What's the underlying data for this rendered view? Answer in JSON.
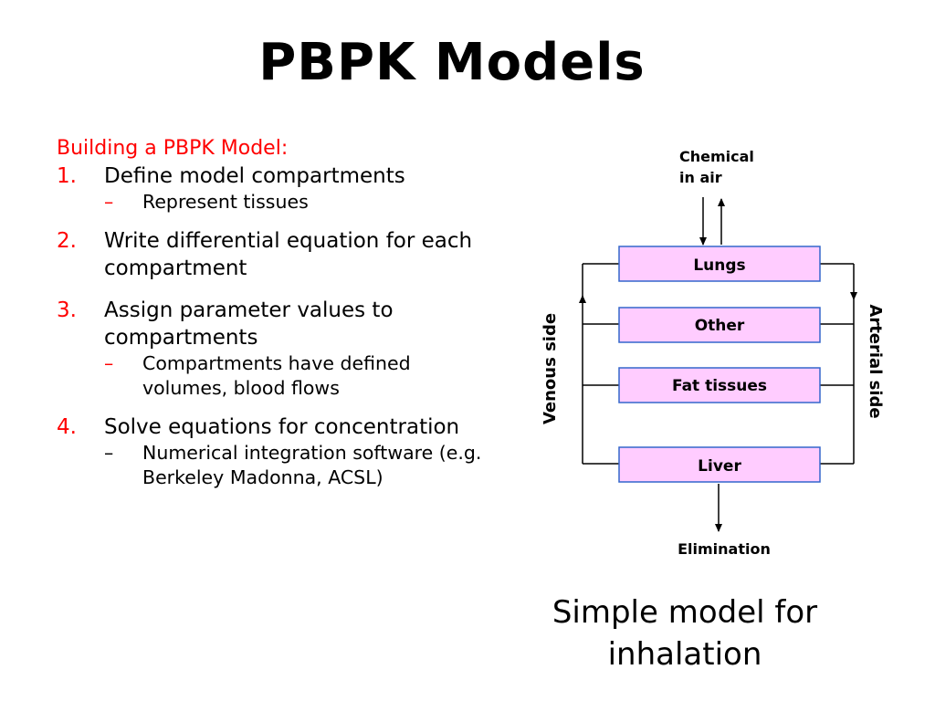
{
  "slide": {
    "title": "PBPK Models",
    "intro": "Building a PBPK Model:",
    "steps": [
      {
        "num": "1.",
        "text": "Define model compartments",
        "sub": [
          {
            "bullet": "–",
            "text": "Represent tissues"
          }
        ]
      },
      {
        "num": "2.",
        "text": "Write differential equation for each compartment",
        "sub": []
      },
      {
        "num": "3.",
        "text": "Assign parameter values to compartments",
        "sub": [
          {
            "bullet": "–",
            "text": "Compartments have defined volumes, blood flows"
          }
        ]
      },
      {
        "num": "4.",
        "text": "Solve equations for concentration",
        "sub": [
          {
            "bullet": "–",
            "text": "Numerical integration software (e.g. Berkeley Madonna, ACSL)"
          }
        ]
      }
    ],
    "caption": "Simple model for inhalation"
  },
  "diagram": {
    "input_label_line1": "Chemical",
    "input_label_line2": "in air",
    "compartments": [
      "Lungs",
      "Other",
      "Fat tissues",
      "Liver"
    ],
    "left_side_label": "Venous side",
    "right_side_label": "Arterial side",
    "output_label": "Elimination"
  },
  "colors": {
    "accent_red": "#ff0000",
    "compartment_fill": "#ffccff",
    "compartment_border": "#3366cc",
    "line": "#000000"
  }
}
